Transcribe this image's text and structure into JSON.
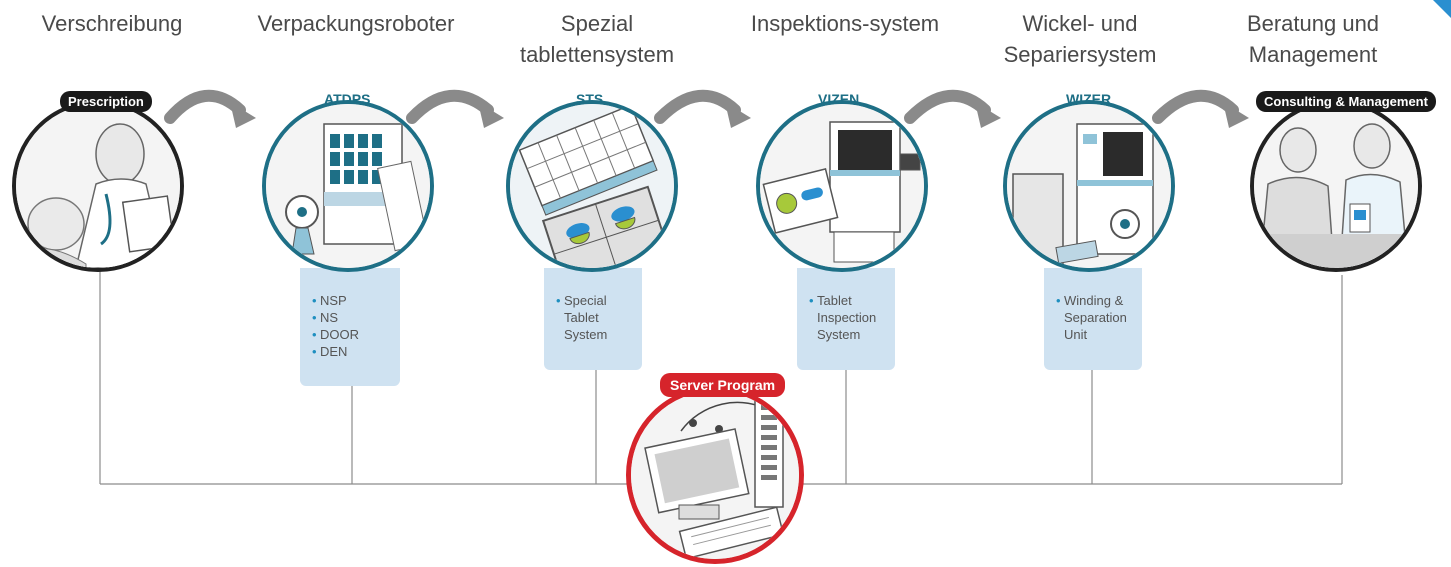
{
  "stages": [
    {
      "title": [
        "Verschreibung"
      ],
      "badge": "Prescription",
      "style": "dark",
      "items": []
    },
    {
      "title": [
        "Verpackungsroboter"
      ],
      "badge": "ATDPS",
      "style": "teal",
      "items": [
        [
          "NSP"
        ],
        [
          "NS"
        ],
        [
          "DOOR"
        ],
        [
          "DEN"
        ]
      ]
    },
    {
      "title": [
        "Spezial",
        "tablettensystem"
      ],
      "badge": "STS",
      "style": "teal",
      "items": [
        [
          "Special",
          "Tablet",
          "System"
        ]
      ]
    },
    {
      "title": [
        "Inspektions-system"
      ],
      "badge": "VIZEN",
      "style": "teal",
      "items": [
        [
          "Tablet",
          "Inspection",
          "System"
        ]
      ]
    },
    {
      "title": [
        "Wickel- und",
        "Separiersystem"
      ],
      "badge": "WIZER",
      "style": "teal",
      "items": [
        [
          "Winding &",
          "Separation",
          "Unit"
        ]
      ]
    },
    {
      "title": [
        "Beratung und",
        "Management"
      ],
      "badge": "Consulting & Management",
      "style": "dark",
      "items": []
    }
  ],
  "server": {
    "badge": "Server Program"
  },
  "colors": {
    "teal": "#1e6f86",
    "dark": "#1a1a1a",
    "red": "#d6242b",
    "panel": "#cfe2f1",
    "arrow": "#8a8a8a"
  },
  "icons": [
    "doctor-scene",
    "packaging-robot",
    "tablet-tray",
    "inspection-machine",
    "winding-machine",
    "consulting-scene",
    "server-computer"
  ]
}
